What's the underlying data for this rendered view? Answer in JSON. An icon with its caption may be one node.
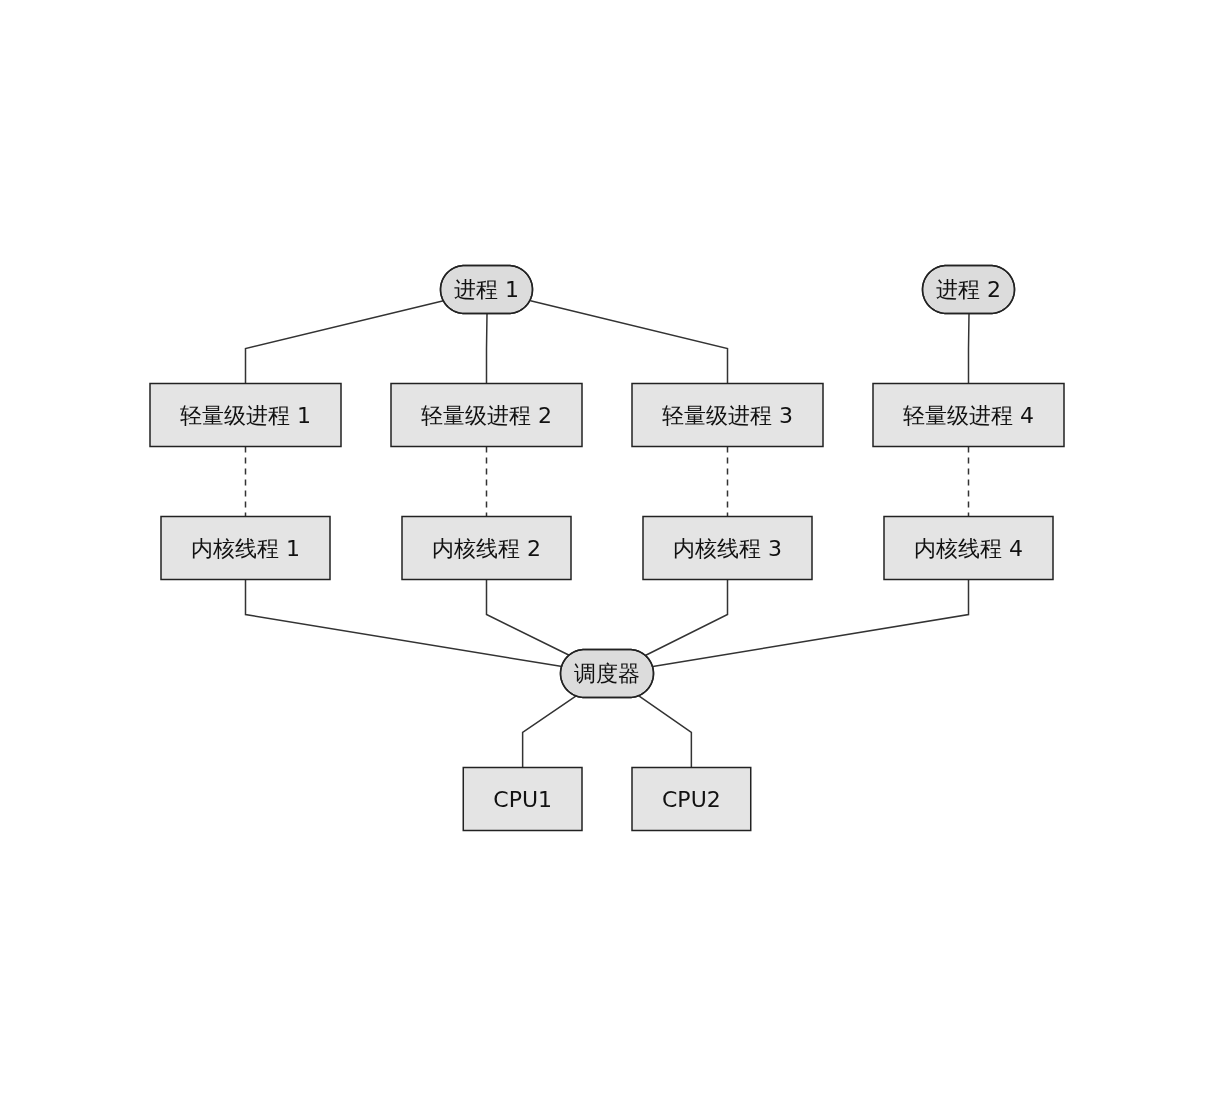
{
  "diagram": {
    "nodes": [
      {
        "text": [
          "进程 1"
        ]
      },
      {
        "text": [
          "进程 2"
        ]
      },
      {
        "text": [
          "轻量级进程 1"
        ]
      },
      {
        "text": [
          "轻量级进程 2"
        ]
      },
      {
        "text": [
          "轻量级进程 3"
        ]
      },
      {
        "text": [
          "轻量级进程 4"
        ]
      },
      {
        "text": [
          "内核线程 1"
        ]
      },
      {
        "text": [
          "内核线程 2"
        ]
      },
      {
        "text": [
          "内核线程 3"
        ]
      },
      {
        "text": [
          "内核线程 4"
        ]
      },
      {
        "text": [
          "调度器"
        ]
      },
      {
        "text": [
          "CPU1"
        ]
      },
      {
        "text": [
          "CPU2"
        ]
      }
    ],
    "edges": [
      {
        "from": 0,
        "to": 2,
        "arrow": "none"
      },
      {
        "from": 0,
        "to": 3,
        "arrow": "none"
      },
      {
        "from": 0,
        "to": 4,
        "arrow": "none"
      },
      {
        "from": 1,
        "to": 5,
        "arrow": "none"
      },
      {
        "from": 2,
        "to": 6,
        "arrow": "none",
        "style": "dashed"
      },
      {
        "from": 3,
        "to": 7,
        "arrow": "none",
        "style": "dashed"
      },
      {
        "from": 4,
        "to": 8,
        "arrow": "none",
        "style": "dashed"
      },
      {
        "from": 5,
        "to": 9,
        "arrow": "none",
        "style": "dashed"
      },
      {
        "from": 6,
        "to": 10,
        "arrow": "none"
      },
      {
        "from": 7,
        "to": 10,
        "arrow": "none"
      },
      {
        "from": 8,
        "to": 10,
        "arrow": "none"
      },
      {
        "from": 9,
        "to": 10,
        "arrow": "none"
      },
      {
        "from": 10,
        "to": 11,
        "arrow": "none"
      },
      {
        "from": 10,
        "to": 12,
        "arrow": "none"
      }
    ]
  }
}
